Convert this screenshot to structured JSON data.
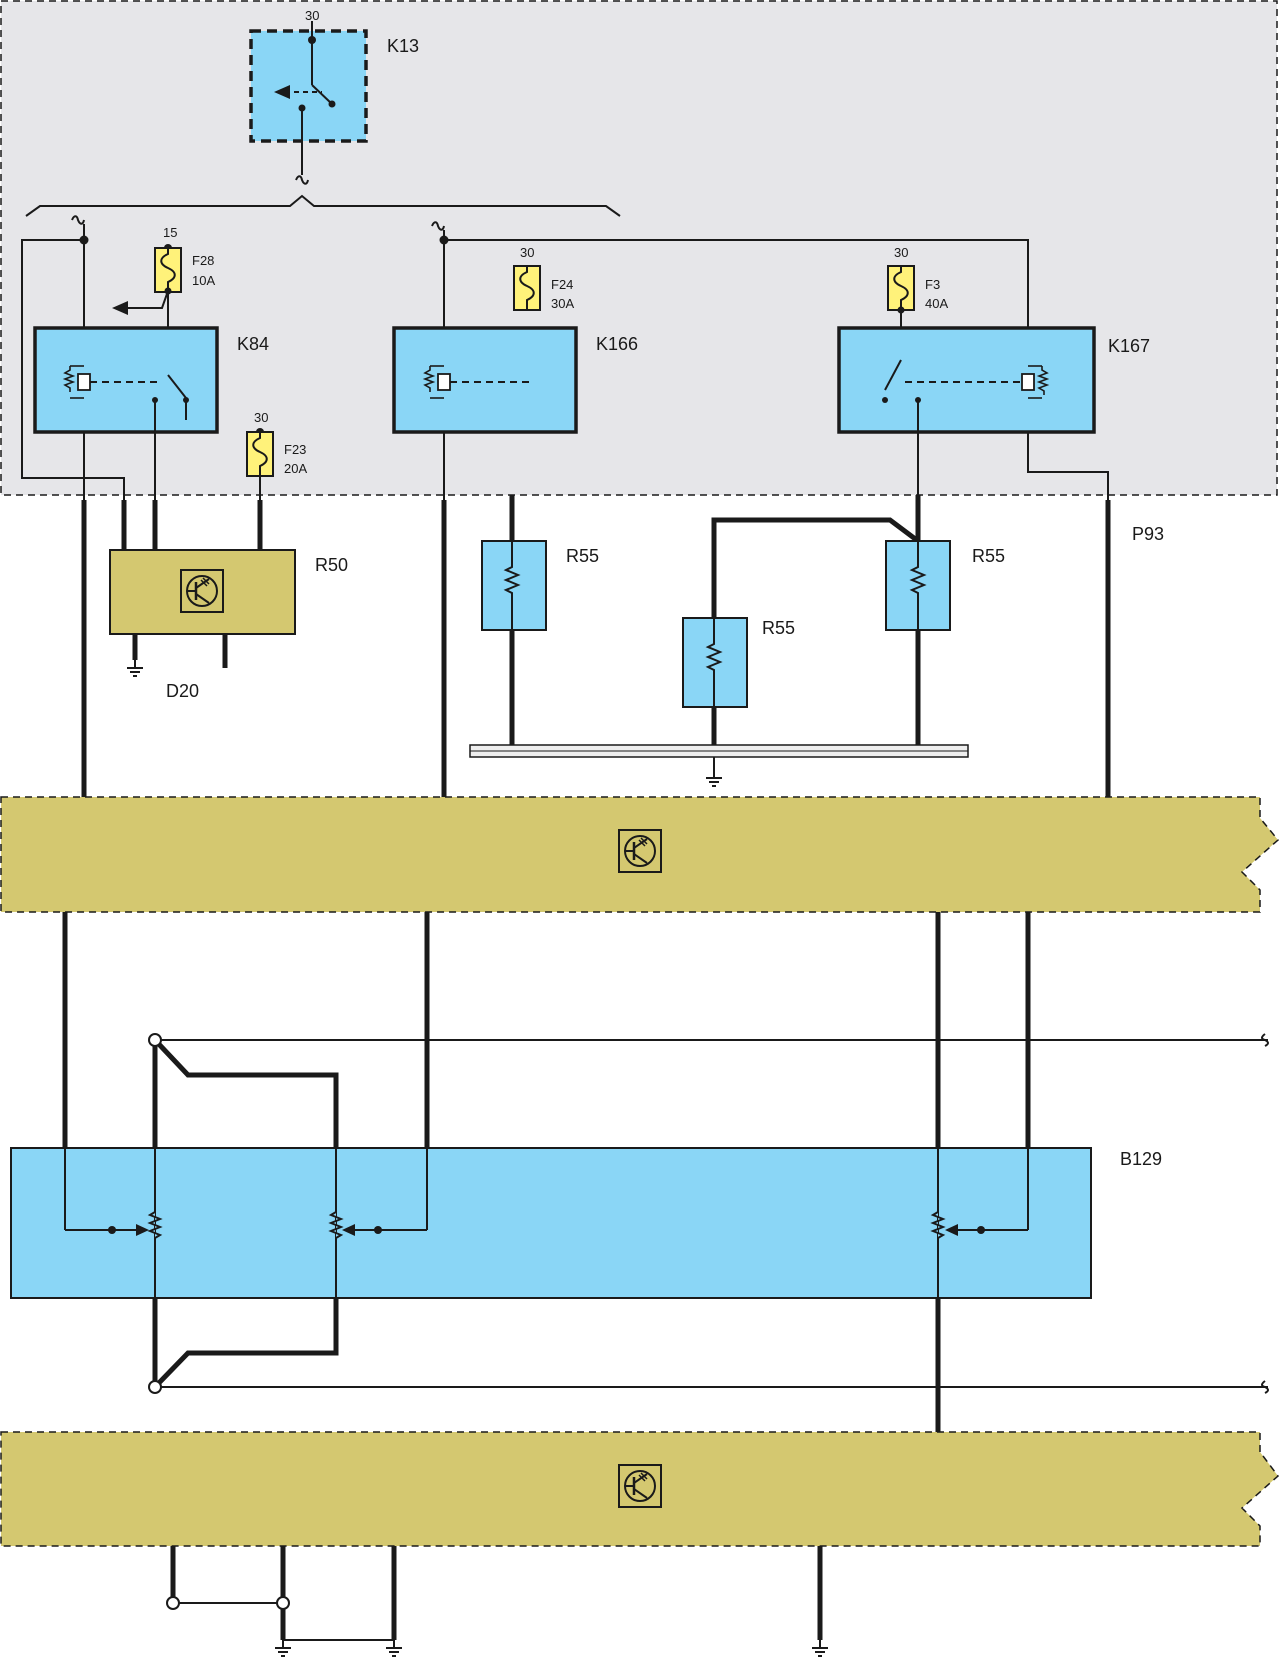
{
  "labels": {
    "k13": "K13",
    "k13_pin": "30",
    "k84": "K84",
    "k166": "K166",
    "k167": "K167",
    "f28_pin": "15",
    "f28_name": "F28",
    "f28_rating": "10A",
    "f24_pin": "30",
    "f24_name": "F24",
    "f24_rating": "30A",
    "f3_pin": "30",
    "f3_name": "F3",
    "f3_rating": "40A",
    "f23_pin": "30",
    "f23_name": "F23",
    "f23_rating": "20A",
    "r50": "R50",
    "d20": "D20",
    "p93": "P93",
    "r55_a": "R55",
    "r55_b": "R55",
    "r55_c": "R55",
    "b129": "B129"
  },
  "colors": {
    "relay_box": "#8ad6f6",
    "fuse": "#fff27a",
    "control_unit": "#d4c870",
    "fuse_panel": "#e6e6e9"
  },
  "icons": {
    "control_unit_symbol": "transistor-symbol-icon",
    "ground_symbol": "ground-icon"
  }
}
